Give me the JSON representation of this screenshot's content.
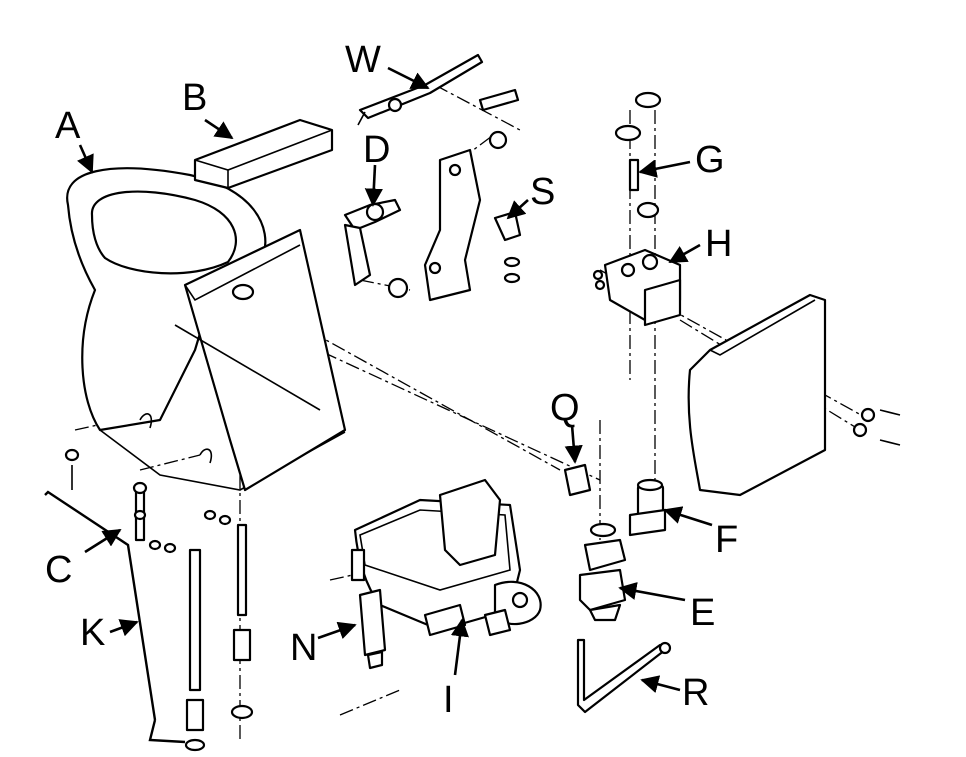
{
  "labels": {
    "A": "A",
    "B": "B",
    "C": "C",
    "D": "D",
    "E": "E",
    "F": "F",
    "G": "G",
    "H": "H",
    "I": "I",
    "K": "K",
    "N": "N",
    "Q": "Q",
    "R": "R",
    "S": "S",
    "W": "W"
  },
  "colors": {
    "ink": "#000000",
    "paper": "#ffffff"
  }
}
